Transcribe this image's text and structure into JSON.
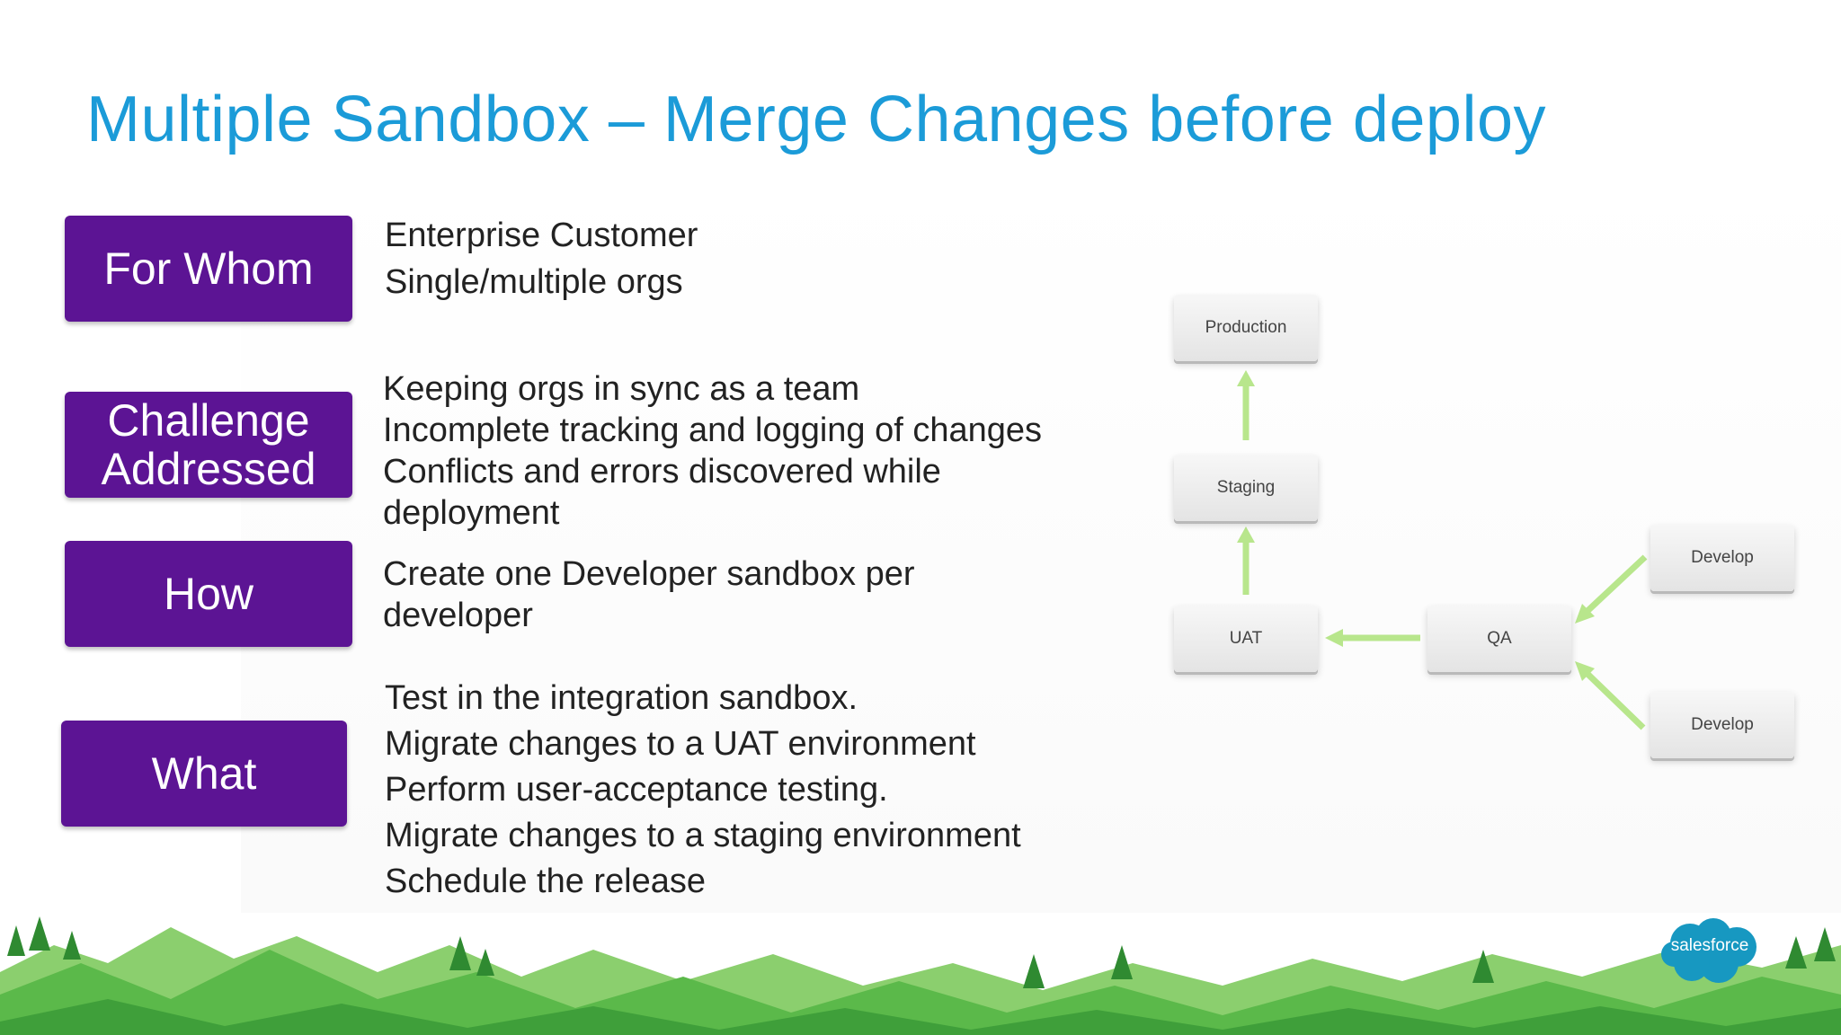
{
  "title": "Multiple Sandbox – Merge Changes before deploy",
  "sections": [
    {
      "label_lines": [
        "For Whom"
      ],
      "items": [
        "Enterprise Customer",
        "Single/multiple orgs"
      ]
    },
    {
      "label_lines": [
        "Challenge",
        "Addressed"
      ],
      "items": [
        "Keeping orgs in sync as a team",
        "Incomplete tracking and logging of changes",
        "Conflicts and errors discovered while",
        "deployment"
      ]
    },
    {
      "label_lines": [
        "How"
      ],
      "items": [
        "Create one Developer sandbox per",
        "developer"
      ]
    },
    {
      "label_lines": [
        "What"
      ],
      "items": [
        "Test in the integration sandbox.",
        "Migrate changes to a UAT environment",
        "Perform user-acceptance testing.",
        "Migrate changes to a staging environment",
        "Schedule the release"
      ]
    }
  ],
  "diagram": {
    "nodes": {
      "production": "Production",
      "staging": "Staging",
      "uat": "UAT",
      "qa": "QA",
      "develop_1": "Develop",
      "develop_2": "Develop"
    },
    "arrow_color": "#b8e68c",
    "node_color": "#ececec"
  },
  "colors": {
    "title": "#1b9bd8",
    "tag_background": "#5c1494",
    "logo": "#1798c1",
    "landscape": "#5bb94a"
  },
  "logo": {
    "text": "salesforce",
    "icon": "cloud-icon"
  }
}
